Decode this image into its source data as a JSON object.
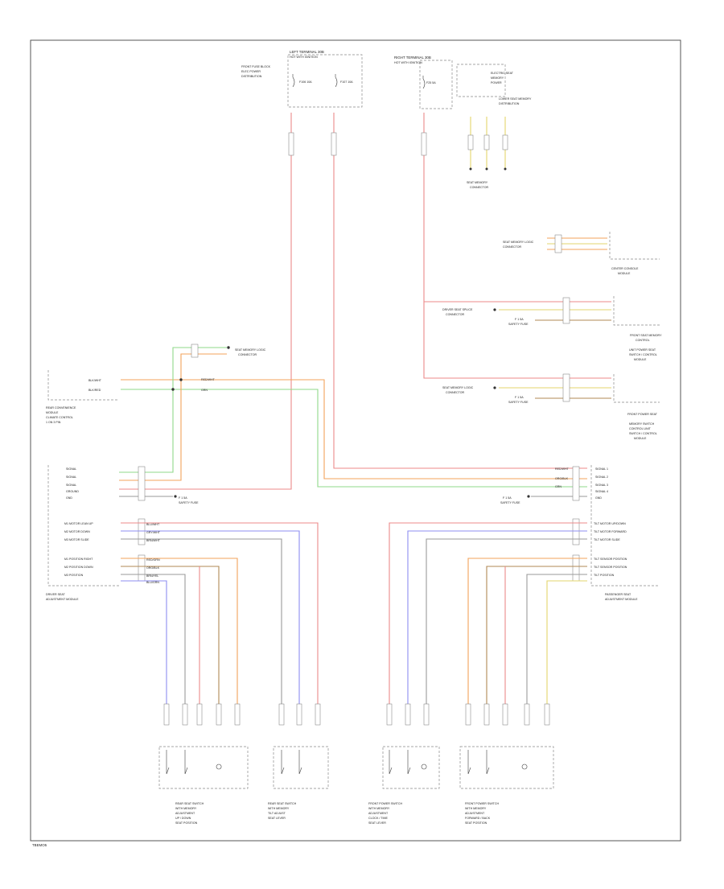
{
  "page_code": "TBEMO5",
  "fuse_blocks": [
    {
      "name": "LEFT TERMINAL 30B",
      "sub": "HOT WITH IGNITION",
      "fuse_a": "F106 10A",
      "fuse_b": "F107 10A"
    },
    {
      "name": "RIGHT TERMINAL 30B",
      "sub": "HOT WITH IGNITION",
      "fuse": "F25 5A"
    }
  ],
  "labels": {
    "front_ign": "FRONT FUSE BLOCK",
    "front_ign2": "ELEC POWER",
    "front_ign3": "DISTRIBUTION",
    "right_block_label": "ELECTRIC SEAT",
    "right_block_label2": "MEMORY",
    "right_block_label3": "POWER",
    "pin_group_label": "LOWER SEAT MEMORY",
    "pin_group_label2": "DISTRIBUTION",
    "ground_label": "SEAT MEMORY",
    "ground_label2": "CONNECTOR",
    "center_console": "CENTER CONSOLE",
    "center_console2": "MODULE",
    "front_seat_mem": "FRONT SEAT MEMORY",
    "front_seat_mem2": "CONTROL",
    "front_seat_mem3": "UNIT POWER SEAT",
    "front_seat_mem4": "SWITCH / CONTROL",
    "front_seat_mem5": "MODULE",
    "power_seat_mem": "FRONT POWER SEAT",
    "power_seat_mem2": "MEMORY SWITCH",
    "power_seat_mem3": "CONTROL UNIT",
    "power_seat_mem4": "SWITCH / CONTROL",
    "power_seat_mem5": "MODULE",
    "left_seat_switch": "REAR CONVENIENCE",
    "left_seat_switch2": "MODULE",
    "left_seat_switch3": "CLIMATE CONTROL",
    "left_seat_switch4": "1 ON 3 PIN",
    "driver_mod": "DRIVER SEAT",
    "driver_mod2": "ADJUSTMENT MODULE",
    "pass_mod": "PASSENGER SEAT",
    "pass_mod2": "ADJUSTMENT MODULE",
    "splice1": "SEAT MEMORY LOGIC",
    "splice1b": "CONNECTOR",
    "splice2": "DRIVER SEAT SPLICE",
    "splice2b": "CONNECTOR",
    "splice3": "SEAT MEMORY LOGIC",
    "splice3b": "CONNECTOR",
    "splice4": "SEAT MEMORY LOGIC",
    "splice4b": "CONNECTOR",
    "fuse_left": "F 1 5A",
    "fuse_left2": "SAFETY FUSE",
    "fuse_mid": "F 1 5A",
    "fuse_mid2": "SAFETY FUSE",
    "fuse_right": "F 1 5A",
    "fuse_right2": "SAFETY FUSE",
    "fuse_rr": "F 1 5A",
    "fuse_rr2": "SAFETY FUSE",
    "sw1": "REAR SEAT SWITCH",
    "sw1b": "WITH MEMORY",
    "sw1c": "ADJUSTMENT",
    "sw1d": "UP / DOWN",
    "sw1e": "SEAT POSITION",
    "sw2": "REAR SEAT SWITCH",
    "sw2b": "WITH MEMORY",
    "sw2c": "TILT ADJUST",
    "sw2d": "SEAT LEVER",
    "sw3": "FRONT POWER SWITCH",
    "sw3b": "WITH MEMORY",
    "sw3c": "ADJUSTMENT",
    "sw3d": "CLOCK / TIME",
    "sw3e": "SEAT LEVER",
    "sw4": "FRONT POWER SWITCH",
    "sw4b": "WITH MEMORY",
    "sw4c": "ADJUSTMENT",
    "sw4d": "FORWARD / BACK",
    "sw4e": "SEAT POSITION"
  },
  "wire_tags": {
    "center_red": "RED/WHT",
    "center_org": "ORG/BLK",
    "center_grn": "GRN",
    "left_top_blk": "BLK/WHT",
    "left_top_blk2": "BLK/RED",
    "left_top_red": "RED/WHT",
    "left_top_grn": "GRN",
    "right_top_red": "RED/WHT",
    "right_top_org": "ORG/BLK",
    "right_top_grn": "GRN",
    "right_top_grn2": "GRN",
    "mid_l1": "BLU/WHT",
    "mid_l2": "GRY/WHT",
    "mid_l3": "BRN/WHT",
    "mid_l4": "RED/GRN",
    "mid_l5": "ORG/BLK",
    "mid_l6": "BRN/YEL",
    "mid_l7": "BLU/GRN"
  },
  "pin_labels_left": [
    "SIGNAL",
    "SIGNAL",
    "SIGNAL",
    "GROUND",
    "GND",
    "M1 MOTOR LEAN UP",
    "M2 MOTOR DOWN",
    "M3 MOTOR SLIDE",
    "M1 POSITION RIGHT",
    "M2 POSITION DOWN",
    "M3 POSITION"
  ],
  "pin_labels_right": [
    "SIGNAL 1",
    "SIGNAL 2",
    "SIGNAL 3",
    "SIGNAL 4",
    "GND",
    "TILT MOTOR UP/DOWN",
    "TILT MOTOR FORWARD",
    "TILT MOTOR SLIDE",
    "TILT SENSOR POSITION",
    "TILT SENSOR POSITION",
    "TILT POSITION"
  ]
}
